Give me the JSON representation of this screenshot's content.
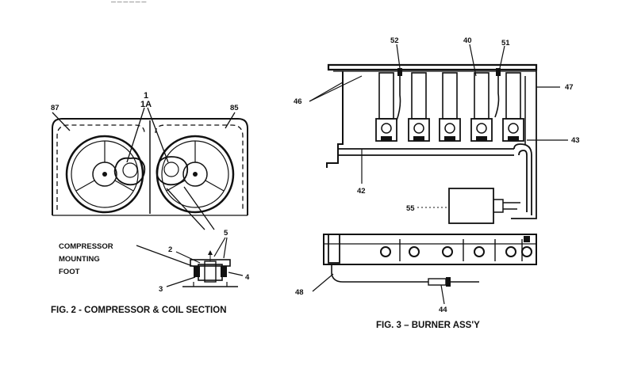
{
  "header_strip": "— — — — — —",
  "figure2": {
    "caption": "FIG. 2 - COMPRESSOR & COIL SECTION",
    "labels": {
      "l1": "1",
      "l1a": "1A",
      "l87": "87",
      "l85": "85",
      "l2": "2",
      "l3": "3",
      "l4": "4",
      "l5": "5"
    },
    "compressor_foot": [
      "COMPRESSOR",
      "MOUNTING",
      "FOOT"
    ]
  },
  "figure3": {
    "caption": "FIG. 3 – BURNER ASS'Y",
    "labels": {
      "l52": "52",
      "l40": "40",
      "l51": "51",
      "l46": "46",
      "l47": "47",
      "l43": "43",
      "l42": "42",
      "l55": "55",
      "l48": "48",
      "l44": "44"
    }
  }
}
